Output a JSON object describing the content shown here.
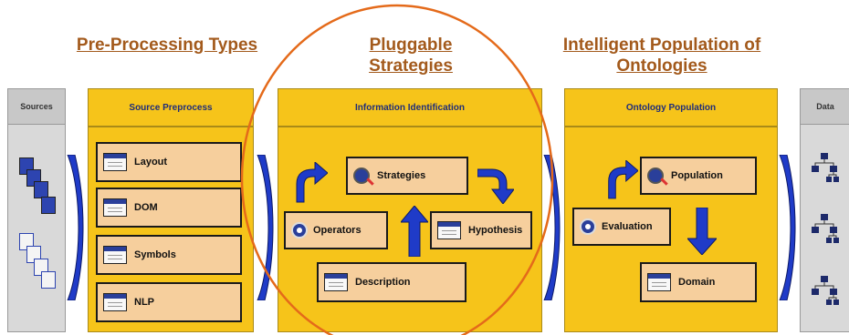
{
  "headings": {
    "preprocessing": "Pre-Processing Types",
    "pluggable": "Pluggable Strategies",
    "intelligent": "Intelligent Population of Ontologies"
  },
  "sources": {
    "title": "Sources"
  },
  "data": {
    "title": "Data"
  },
  "source_preprocess": {
    "title": "Source Preprocess",
    "items": [
      "Layout",
      "DOM",
      "Symbols",
      "NLP"
    ]
  },
  "information_identification": {
    "title": "Information Identification",
    "strategies": "Strategies",
    "operators": "Operators",
    "hypothesis": "Hypothesis",
    "description": "Description"
  },
  "ontology_population": {
    "title": "Ontology Population",
    "population": "Population",
    "evaluation": "Evaluation",
    "domain": "Domain"
  },
  "colors": {
    "heading": "#a35a1c",
    "panel": "#f6c41a",
    "box": "#f6cf9d",
    "arrow": "#1f3bc8",
    "circle": "#e46a1a"
  }
}
